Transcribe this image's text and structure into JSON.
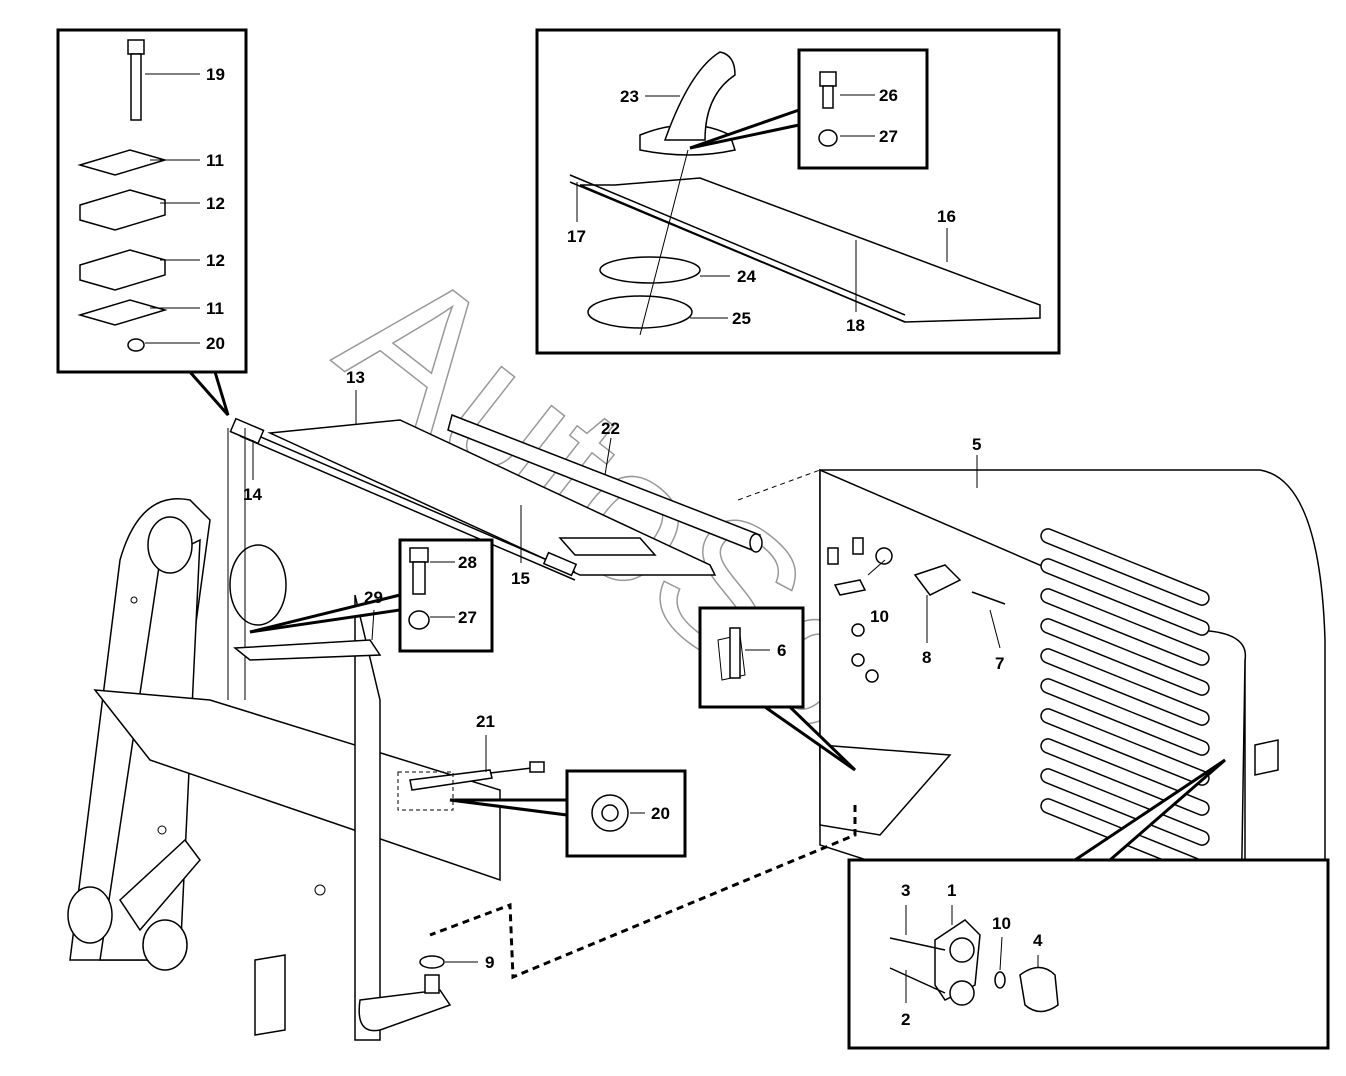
{
  "watermark": "AutoSoft",
  "callouts": {
    "inset_bolt_clamp": [
      "19",
      "11",
      "12",
      "12",
      "11",
      "20"
    ],
    "inset_lever": [
      "23",
      "26",
      "27",
      "17",
      "16",
      "24",
      "25",
      "18"
    ],
    "main": [
      "13",
      "22",
      "14",
      "5",
      "15",
      "28",
      "29",
      "27",
      "10",
      "6",
      "8",
      "7",
      "21",
      "20",
      "9"
    ],
    "inset_latch": [
      "3",
      "1",
      "10",
      "4",
      "2"
    ]
  }
}
